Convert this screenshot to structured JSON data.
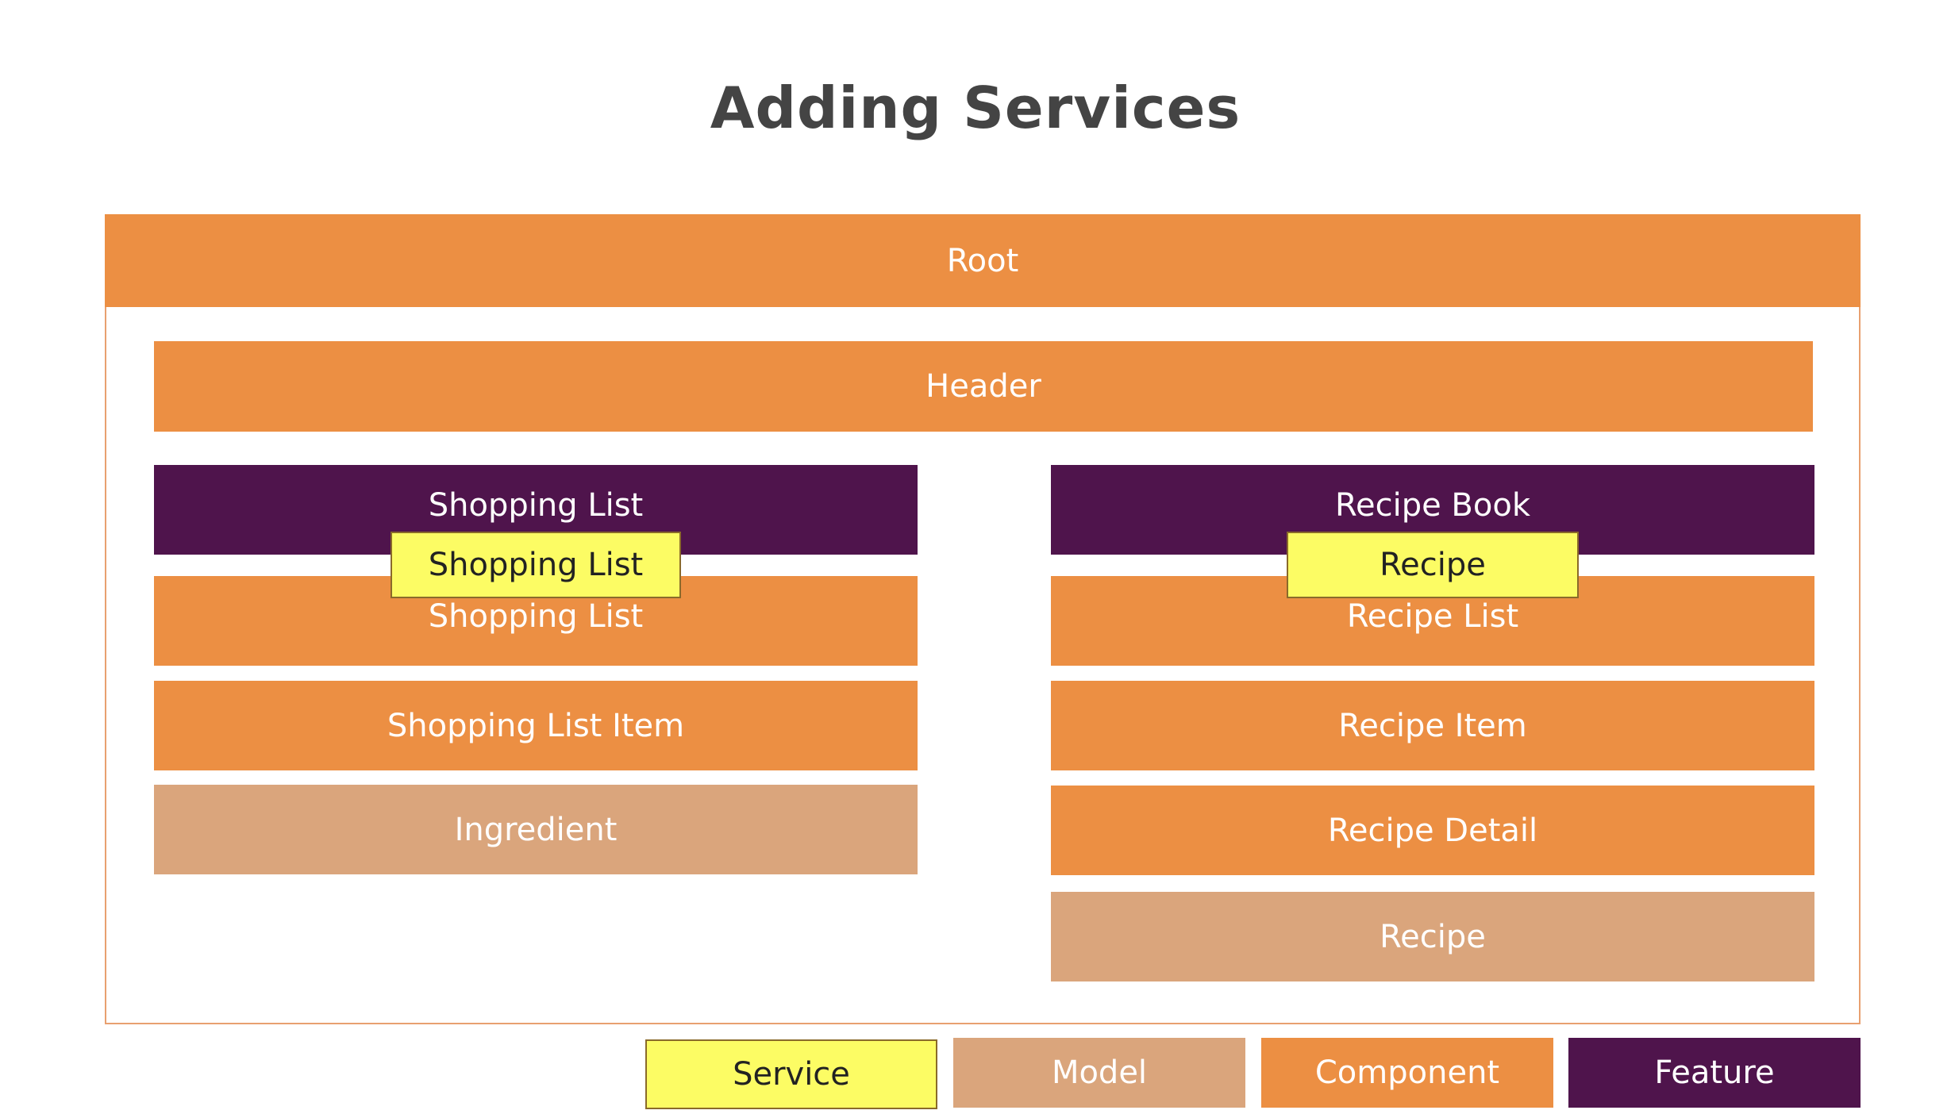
{
  "title": "Adding Services",
  "nodes": {
    "root": "Root",
    "header": "Header",
    "shopping_list_feature": "Shopping List",
    "shopping_list_service": "Shopping List",
    "shopping_list_component": "Shopping List",
    "shopping_list_item": "Shopping List Item",
    "ingredient": "Ingredient",
    "recipe_book_feature": "Recipe Book",
    "recipe_service": "Recipe",
    "recipe_list": "Recipe List",
    "recipe_item": "Recipe Item",
    "recipe_detail": "Recipe Detail",
    "recipe_model": "Recipe"
  },
  "legend": {
    "service": "Service",
    "model": "Model",
    "component": "Component",
    "feature": "Feature"
  },
  "colors": {
    "component": "#ec8f43",
    "feature": "#4f144c",
    "model": "#daa57c",
    "service": "#fcfc64",
    "frame_border": "#e8a070",
    "title": "#444444"
  }
}
